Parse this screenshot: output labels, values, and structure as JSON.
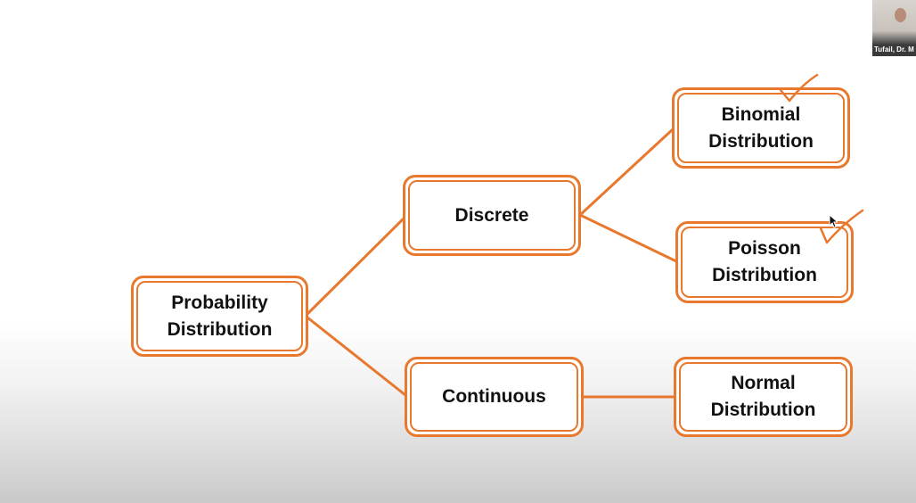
{
  "diagram": {
    "nodes": {
      "probability": "Probability\nDistribution",
      "discrete": "Discrete",
      "continuous": "Continuous",
      "binomial": "Binomial\nDistribution",
      "poisson": "Poisson\nDistribution",
      "normal": "Normal\nDistribution"
    },
    "edges": [
      [
        "probability",
        "discrete"
      ],
      [
        "probability",
        "continuous"
      ],
      [
        "discrete",
        "binomial"
      ],
      [
        "discrete",
        "poisson"
      ],
      [
        "continuous",
        "normal"
      ]
    ],
    "colors": {
      "accent": "#e8782e",
      "text": "#111111"
    }
  },
  "webcam": {
    "participant_name": "Tufail, Dr. M"
  }
}
